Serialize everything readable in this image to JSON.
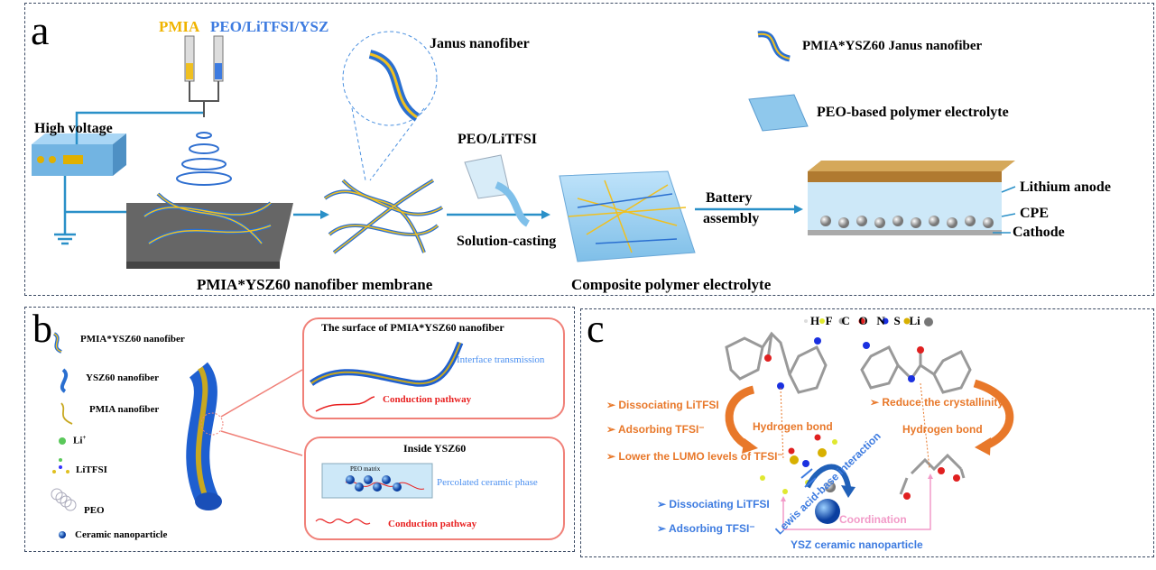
{
  "panel_a": {
    "letter": "a",
    "syringe_label_1": "PMIA",
    "syringe_label_2": "PEO/LiTFSI/YSZ",
    "high_voltage": "High voltage",
    "janus_label": "Janus nanofiber",
    "membrane_label": "PMIA*YSZ60 nanofiber membrane",
    "peo_litfsi": "PEO/LiTFSI",
    "solution_casting": "Solution-casting",
    "cpe_label": "Composite polymer electrolyte",
    "battery_assembly_1": "Battery",
    "battery_assembly_2": "assembly",
    "legend_janus": "PMIA*YSZ60 Janus nanofiber",
    "legend_peo": "PEO-based polymer electrolyte",
    "lithium_anode": "Lithium anode",
    "cpe": "CPE",
    "cathode": "Cathode"
  },
  "panel_b": {
    "letter": "b",
    "legend": [
      "PMIA*YSZ60 nanofiber",
      "YSZ60 nanofiber",
      "PMIA nanofiber",
      "Li",
      "LiTFSI",
      "PEO",
      "Ceramic nanoparticle"
    ],
    "li_sup": "+",
    "surface_title": "The surface of PMIA*YSZ60 nanofiber",
    "interface_transmission": "Interface transmission",
    "conduction_1": "Conduction pathway",
    "inside_title": "Inside YSZ60",
    "peo_matrix": "PEO matrix",
    "percolated": "Percolated ceramic phase",
    "conduction_2": "Conduction pathway"
  },
  "panel_c": {
    "letter": "c",
    "atoms": [
      "H",
      "F",
      "C",
      "O",
      "N",
      "S",
      "Li"
    ],
    "left_points": [
      "Dissociating LiTFSI",
      "Adsorbing TFSI⁻",
      "Lower the LUMO levels of TFSI⁻"
    ],
    "hydrogen_bond_1": "Hydrogen bond",
    "reduce": "Reduce the crystallinity",
    "hydrogen_bond_2": "Hydrogen bond",
    "blue_points": [
      "Dissociating LiTFSI",
      "Adsorbing TFSI⁻"
    ],
    "lewis": "Lewis acid-base interaction",
    "coordination": "Coordination",
    "ysz": "YSZ ceramic nanoparticle"
  },
  "colors": {
    "orange": "#e8782a",
    "blue": "#3d7be0",
    "red": "#e82020",
    "pink": "#f29ac8",
    "yellow": "#f0b400"
  }
}
